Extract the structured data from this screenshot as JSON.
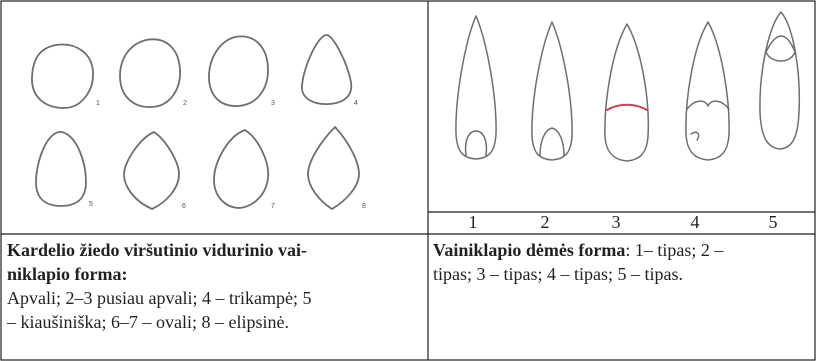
{
  "left_figure": {
    "shape_numbers": [
      "1",
      "2",
      "3",
      "4",
      "5",
      "6",
      "7",
      "8"
    ]
  },
  "right_figure": {
    "spot_numbers": [
      "1",
      "2",
      "3",
      "4",
      "5"
    ]
  },
  "left_caption": {
    "title_line1": "Kardelio žiedo viršutinio vidurinio vai-",
    "title_line2": "niklapio forma:",
    "body_line1": "Apvali; 2–3 pusiau apvali; 4 – trikampė; 5",
    "body_line2": "– kiaušiniška; 6–7 – ovali; 8 – elipsinė."
  },
  "right_caption": {
    "title": "Vainiklapio dėmės forma",
    "line1_rest": ": 1– tipas; 2 –",
    "line2": "tipas; 3 – tipas; 4 – tipas; 5 – tipas."
  },
  "colors": {
    "border": "#231f20",
    "outline": "#6e6e6e",
    "accent_line": "#c0485a"
  }
}
